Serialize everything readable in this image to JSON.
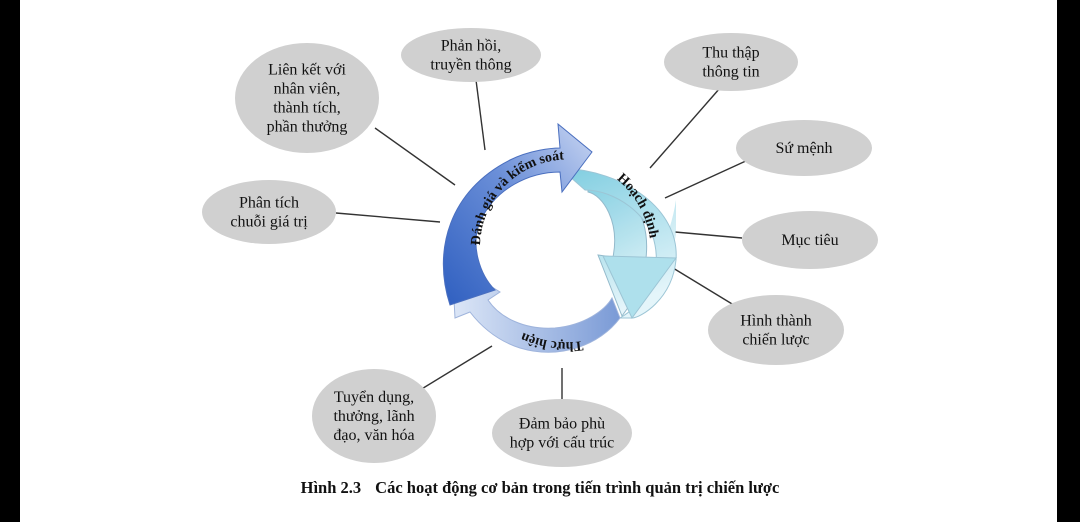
{
  "diagram": {
    "cycle": {
      "stage_left": "Đánh giá và kiểm soát",
      "stage_right": "Hoạch định",
      "stage_bottom": "Thực hiện"
    },
    "nodes": [
      {
        "id": "phan-hoi",
        "lines": [
          "Phản hồi,",
          "truyền thông"
        ]
      },
      {
        "id": "lien-ket",
        "lines": [
          "Liên kết với",
          "nhân viên,",
          "thành tích,",
          "phần thưởng"
        ]
      },
      {
        "id": "phan-tich",
        "lines": [
          "Phân tích",
          "chuỗi giá trị"
        ]
      },
      {
        "id": "thu-thap",
        "lines": [
          "Thu thập",
          "thông tin"
        ]
      },
      {
        "id": "su-menh",
        "lines": [
          "Sứ mệnh"
        ]
      },
      {
        "id": "muc-tieu",
        "lines": [
          "Mục tiêu"
        ]
      },
      {
        "id": "hinh-thanh",
        "lines": [
          "Hình thành",
          "chiến lược"
        ]
      },
      {
        "id": "dam-bao",
        "lines": [
          "Đảm bảo phù",
          "hợp với cấu trúc"
        ]
      },
      {
        "id": "tuyen-dung",
        "lines": [
          "Tuyển dụng,",
          "thưởng, lãnh",
          "đạo, văn hóa"
        ]
      }
    ]
  },
  "caption": {
    "number": "Hình 2.3",
    "text": "Các hoạt động cơ bản trong tiến trình quản trị chiến lược"
  }
}
